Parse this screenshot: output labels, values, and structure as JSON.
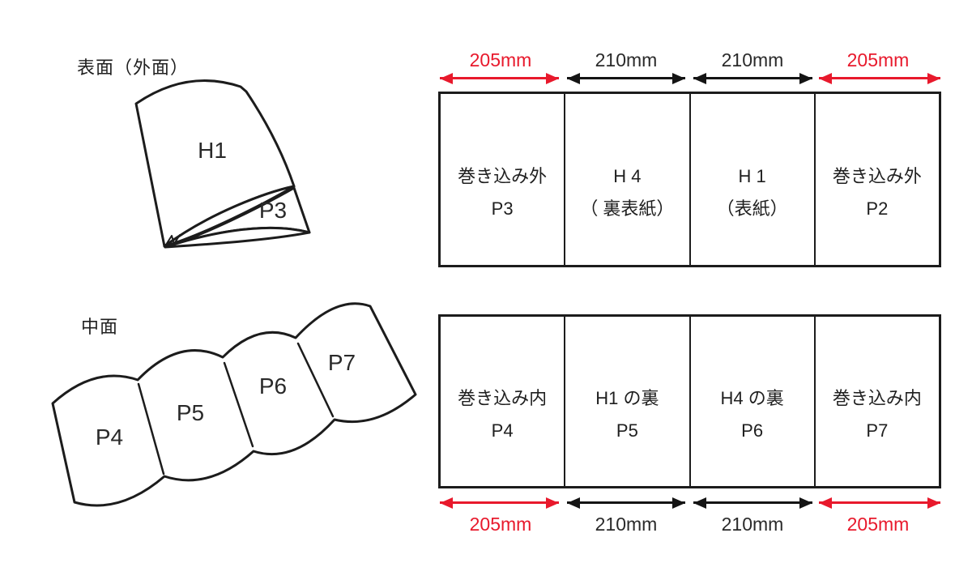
{
  "colors": {
    "accent_red": "#e8192c",
    "line_black": "#1c1c1c",
    "ink": "#1f1f1f"
  },
  "outer_view": {
    "title": "表面（外面）",
    "front_label": "H1",
    "flap_label": "P3"
  },
  "inner_view": {
    "title": "中面",
    "labels": [
      "P4",
      "P5",
      "P6",
      "P7"
    ]
  },
  "outer_spread": {
    "dims": [
      {
        "value": "205mm",
        "color": "red"
      },
      {
        "value": "210mm",
        "color": "black"
      },
      {
        "value": "210mm",
        "color": "black"
      },
      {
        "value": "205mm",
        "color": "red"
      }
    ],
    "panels": [
      {
        "line1": "巻き込み外",
        "line2": "P3"
      },
      {
        "line1": "H 4",
        "line2": "（ 裏表紙）"
      },
      {
        "line1": "H 1",
        "line2": "（表紙）"
      },
      {
        "line1": "巻き込み外",
        "line2": "P2"
      }
    ]
  },
  "inner_spread": {
    "dims": [
      {
        "value": "205mm",
        "color": "red"
      },
      {
        "value": "210mm",
        "color": "black"
      },
      {
        "value": "210mm",
        "color": "black"
      },
      {
        "value": "205mm",
        "color": "red"
      }
    ],
    "panels": [
      {
        "line1": "巻き込み内",
        "line2": "P4"
      },
      {
        "line1": "H1 の裏",
        "line2": "P5"
      },
      {
        "line1": "H4 の裏",
        "line2": "P6"
      },
      {
        "line1": "巻き込み内",
        "line2": "P7"
      }
    ]
  }
}
